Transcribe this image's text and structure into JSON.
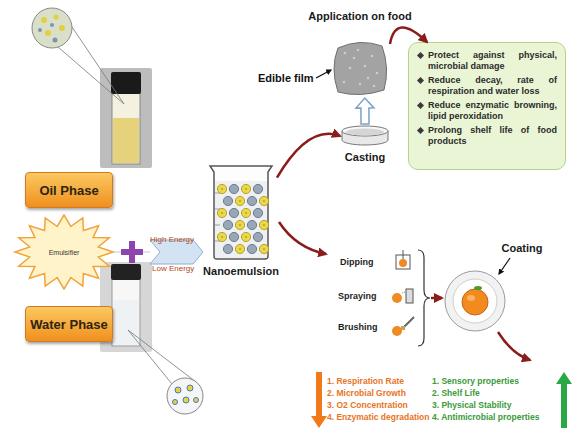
{
  "diagram": {
    "nodes": [
      {
        "text": [
          "Oil Phase"
        ]
      },
      {
        "text": [
          "Emulsifier"
        ]
      },
      {
        "text": [
          "Water Phase"
        ]
      },
      {
        "text": [
          "Nanoemulsion"
        ]
      },
      {
        "text": [
          "Casting"
        ]
      },
      {
        "text": [
          "Application on food"
        ]
      },
      {
        "text": [
          "Protect against physical, microbial damage",
          "Reduce decay, rate of respiration and water loss",
          "Reduce enzymatic browning, lipid peroxidation",
          "Prolong shelf life of food products"
        ]
      },
      {
        "text": [
          "Coating"
        ]
      }
    ],
    "edges": [
      {
        "from": 1,
        "to": 3,
        "arrow": "to"
      },
      {
        "from": 3,
        "to": 4,
        "arrow": "to"
      },
      {
        "from": 4,
        "to": 5,
        "arrow": "to"
      },
      {
        "from": 5,
        "to": 6,
        "arrow": "to"
      }
    ],
    "labels": [
      "High Energy",
      "Low Energy",
      "Edible film",
      "Dipping",
      "Spraying",
      "Brushing",
      "1. Respiration Rate",
      "2. Microbial Growth",
      "3. O2 Concentration",
      "4. Enzymatic degradation",
      "1. Sensory properties",
      "2. Shelf Life",
      "3. Physical Stability",
      "4. Antimicrobial properties"
    ]
  }
}
